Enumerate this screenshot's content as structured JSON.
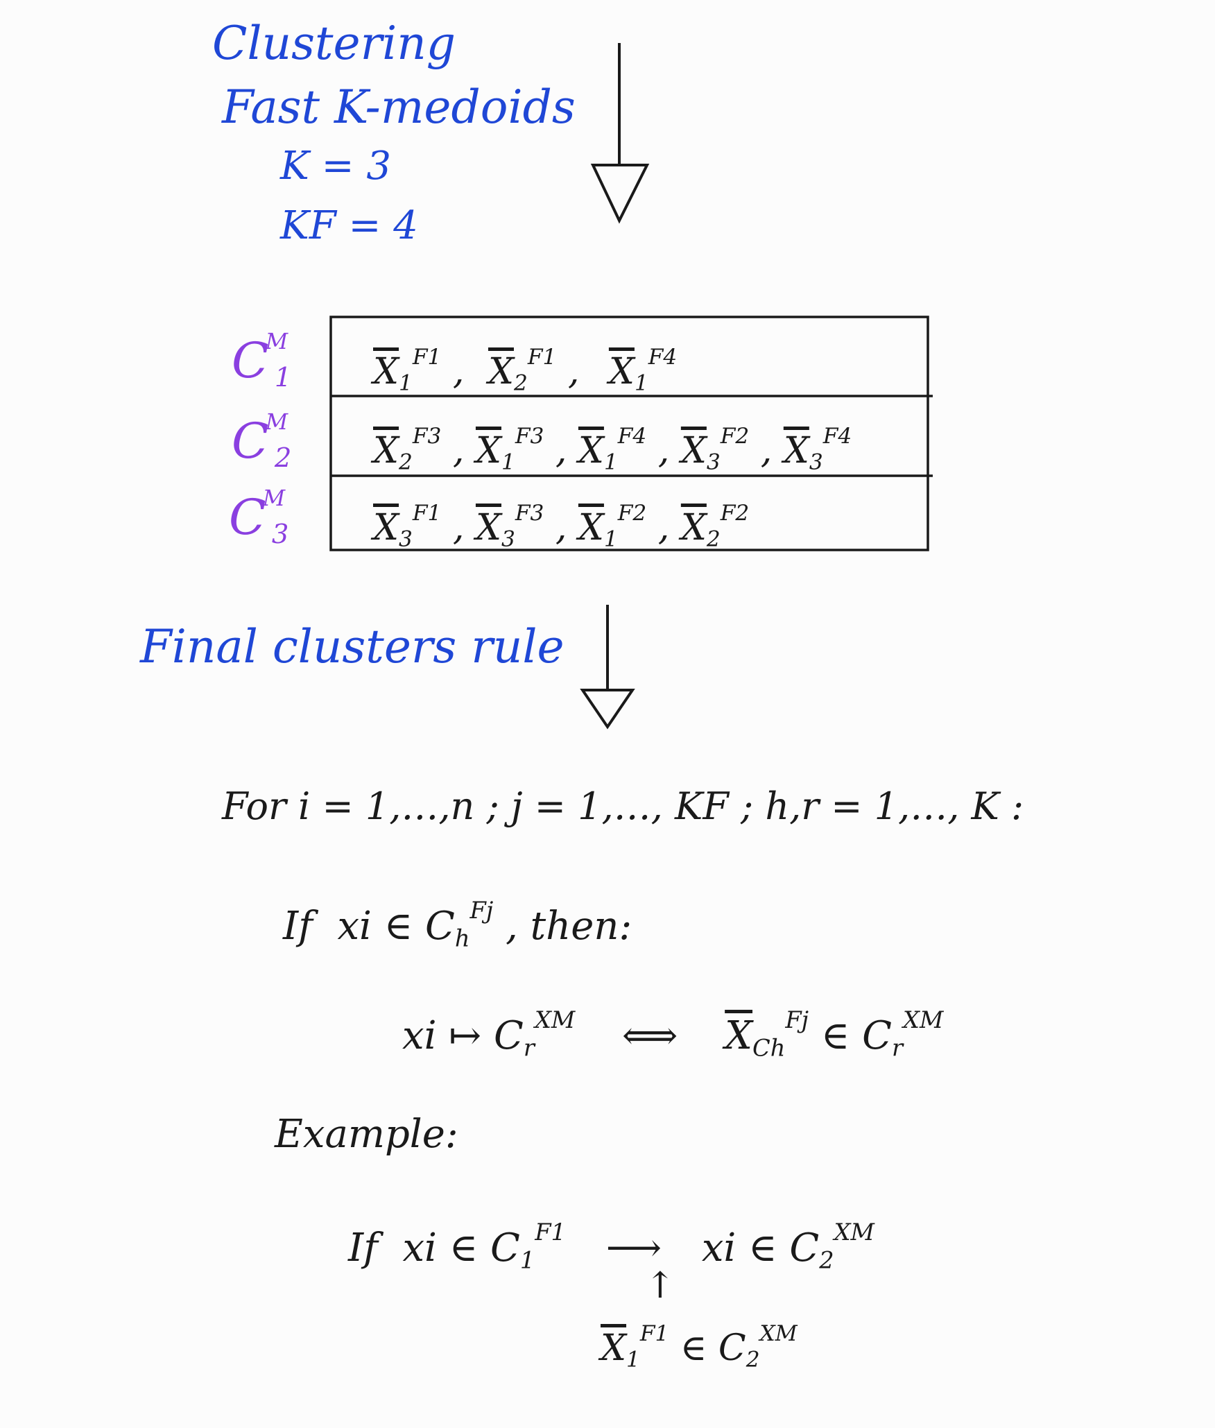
{
  "header": {
    "title": "Clustering",
    "method": "Fast K-medoids",
    "k_param": "K = 3",
    "kf_param": "KF = 4"
  },
  "clusters": [
    {
      "label": "C",
      "sup": "M",
      "sub": "1",
      "items": [
        {
          "x": "X",
          "sub": "1",
          "sup": "F1"
        },
        {
          "x": "X",
          "sub": "2",
          "sup": "F1"
        },
        {
          "x": "X",
          "sub": "1",
          "sup": "F4"
        }
      ]
    },
    {
      "label": "C",
      "sup": "M",
      "sub": "2",
      "items": [
        {
          "x": "X",
          "sub": "2",
          "sup": "F3"
        },
        {
          "x": "X",
          "sub": "1",
          "sup": "F3"
        },
        {
          "x": "X",
          "sub": "1",
          "sup": "F4"
        },
        {
          "x": "X",
          "sub": "3",
          "sup": "F2"
        },
        {
          "x": "X",
          "sub": "3",
          "sup": "F4"
        }
      ]
    },
    {
      "label": "C",
      "sup": "M",
      "sub": "3",
      "items": [
        {
          "x": "X",
          "sub": "3",
          "sup": "F1"
        },
        {
          "x": "X",
          "sub": "3",
          "sup": "F3"
        },
        {
          "x": "X",
          "sub": "1",
          "sup": "F2"
        },
        {
          "x": "X",
          "sub": "2",
          "sup": "F2"
        }
      ]
    }
  ],
  "rule_title": "Final clusters rule",
  "rule": {
    "for_line": "For i = 1,…,n ; j = 1,…, KF ; h,r = 1,…, K :",
    "if_word": "If",
    "if_cond_x": "xi ∈ C",
    "if_cond_sup": "Fj",
    "if_cond_sub": "h",
    "then_word": ", then:",
    "map_left": "xi ↦ C",
    "map_left_sup": "XM",
    "map_left_sub": "r",
    "iff": "⟺",
    "map_right_x": "X",
    "map_right_sup": "Fj",
    "map_right_sub": "Ch",
    "map_right_in": "∈ C",
    "map_right_csup": "XM",
    "map_right_csub": "r"
  },
  "example": {
    "label": "Example:",
    "if_word": "If",
    "left": "xi ∈ C",
    "left_sup": "F1",
    "left_sub": "1",
    "arrow": "⟶",
    "right": "xi ∈ C",
    "right_sup": "XM",
    "right_sub": "2",
    "up_arrow": "↑",
    "reason_x": "X",
    "reason_sub": "1",
    "reason_sup": "F1",
    "reason_in": "∈ C",
    "reason_csub": "2",
    "reason_csup": "XM"
  }
}
